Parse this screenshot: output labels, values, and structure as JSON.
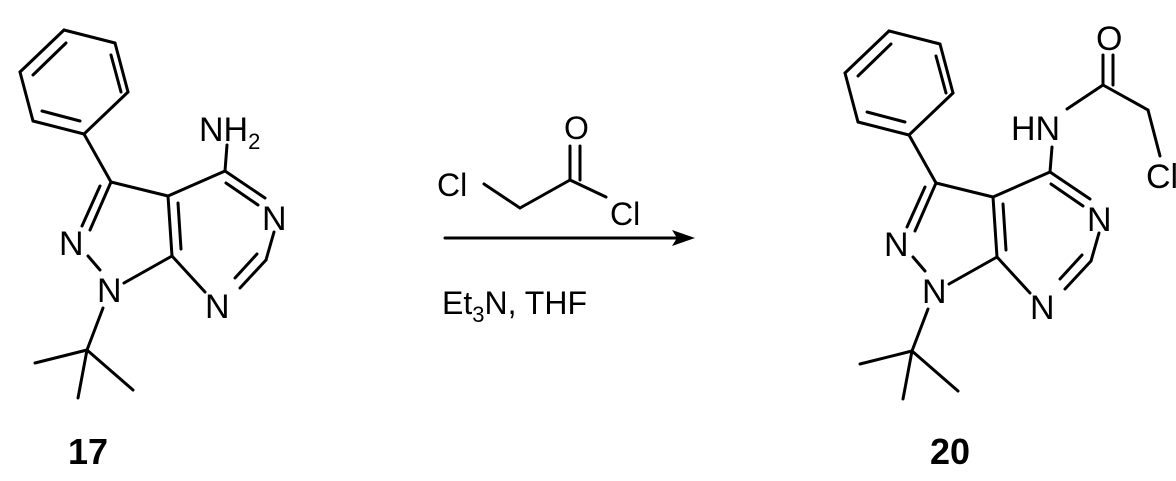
{
  "reactant": {
    "number": "17",
    "amine_label": "NH",
    "amine_sub": "2",
    "n_pyrazole_2": "N",
    "n_pyrazole_1": "N",
    "n_pyrimidine_upper": "N",
    "n_pyrimidine_lower": "N"
  },
  "reagent": {
    "cl_left": "Cl",
    "carbonyl_o": "O",
    "cl_right": "Cl",
    "conditions_et": "Et",
    "conditions_sub": "3",
    "conditions_rest": "N, THF"
  },
  "product": {
    "number": "20",
    "amide_nh": "HN",
    "carbonyl_o": "O",
    "cl": "Cl",
    "n_pyrazole_2": "N",
    "n_pyrazole_1": "N",
    "n_pyrimidine_upper": "N",
    "n_pyrimidine_lower": "N"
  }
}
